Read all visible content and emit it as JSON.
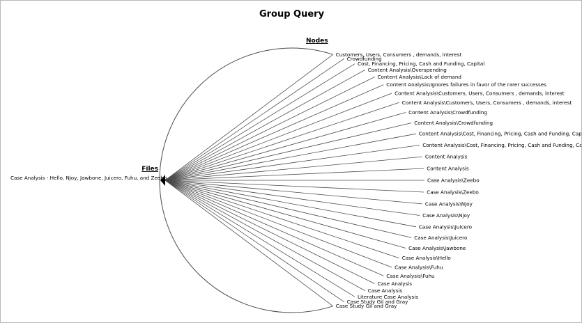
{
  "title": "Group Query",
  "files_heading": "Files",
  "nodes_heading": "Nodes",
  "file_label": "Case Analysis - Hello, Njoy, Jawbone, Juicero, Fuhu, and Zeebo",
  "nodes": [
    "Customers, Users, Consumers , demands, interest",
    "Crowdfunding",
    "Cost, Financing, Pricing, Cash and Funding, Capital",
    "Content Analysis\\Overspending",
    "Content Analysis\\Lack of demand",
    "Content Analysis\\Ignores failures in favor of the rarer successes",
    "Content Analysis\\Customers, Users, Consumers , demands, interest",
    "Content Analysis\\Customers, Users, Consumers , demands, interest",
    "Content Analysis\\Crowdfunding",
    "Content Analysis\\Crowdfunding",
    "Content Analysis\\Cost, Financing, Pricing, Cash and Funding, Capital",
    "Content Analysis\\Cost, Financing, Pricing, Cash and Funding, Capital",
    "Content Analysis",
    "Content Analysis",
    "Case Analysis\\Zeebo",
    "Case Analysis\\Zeebo",
    "Case Analysis\\Njoy",
    "Case Analysis\\Njoy",
    "Case Analysis\\Juicero",
    "Case Analysis\\Juicero",
    "Case Analysis\\Jawbone",
    "Case Analysis\\Hello",
    "Case Analysis\\Fuhu",
    "Case Analysis\\Fuhu",
    "Case Analysis",
    "Case Analysis",
    "Literature Case Analysis",
    "Case Study Gil and Gray",
    "Case Study Gil and Gray"
  ],
  "colors": {
    "line": "#4a4a4a",
    "arc": "#4a4a4a",
    "text": "#000000",
    "background": "#ffffff"
  }
}
